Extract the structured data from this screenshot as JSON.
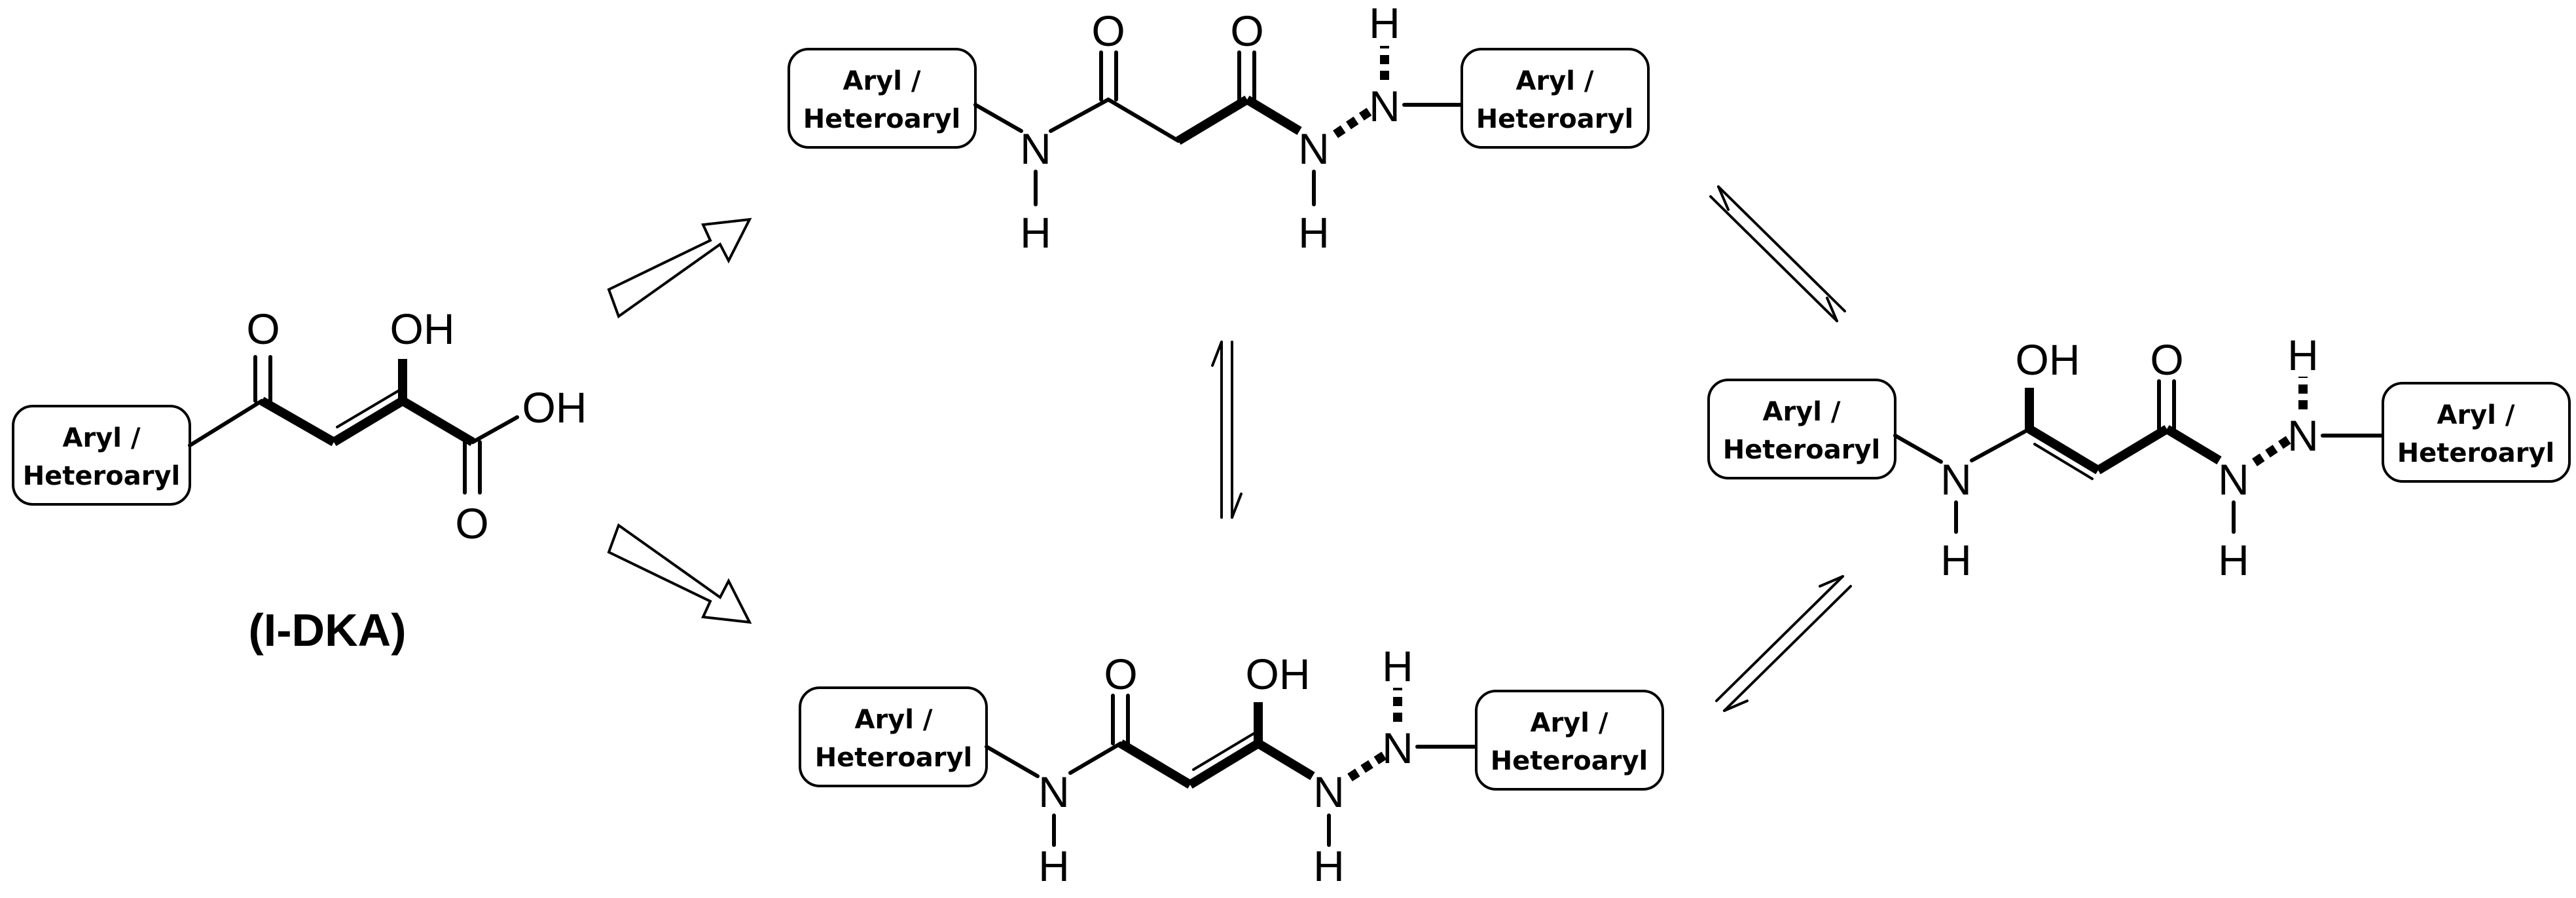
{
  "atoms": {
    "O": "O",
    "OH": "OH",
    "N": "N",
    "H": "H"
  },
  "substituent_label_line1": "Aryl /",
  "substituent_label_line2": "Heteroaryl",
  "caption": "(I-DKA)",
  "icons": {
    "reaction_arrow": "open-block-arrow",
    "equilibrium": "equilibrium-harpoons"
  }
}
